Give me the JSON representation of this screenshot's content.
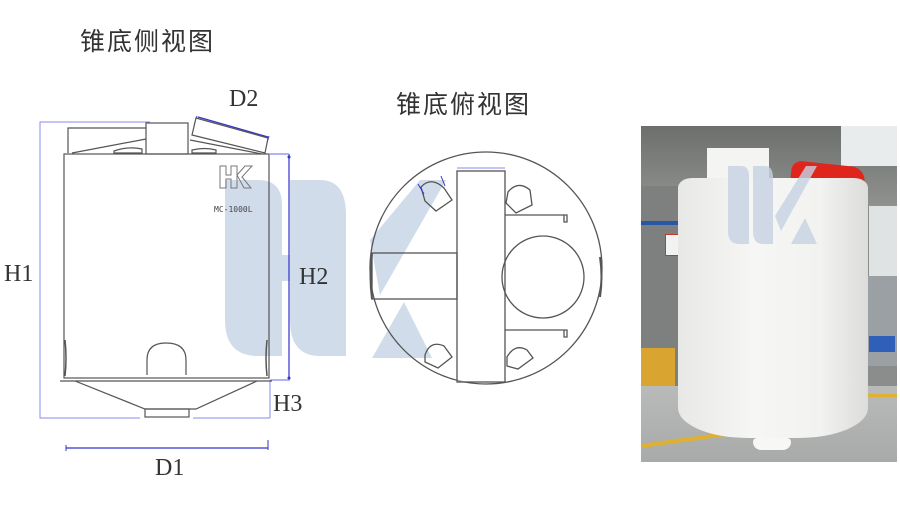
{
  "titles": {
    "side_view": "锥底侧视图",
    "top_view": "锥底俯视图"
  },
  "dimensions": {
    "H1": "H1",
    "H2": "H2",
    "H3": "H3",
    "D1": "D1",
    "D2": "D2"
  },
  "tank_label": {
    "logo": "HK",
    "model": "MC-1000L"
  },
  "watermark": "HK",
  "colors": {
    "line": "#555555",
    "dimension_line": "#3333cc",
    "dimension_extension": "#8888ee",
    "watermark": "#c9d6e8",
    "lid_red": "#e0261c",
    "floor_stripe": "#e0b030"
  },
  "photo": {
    "subject": "white PE cone-bottom dosing tank with red lid in a factory"
  }
}
